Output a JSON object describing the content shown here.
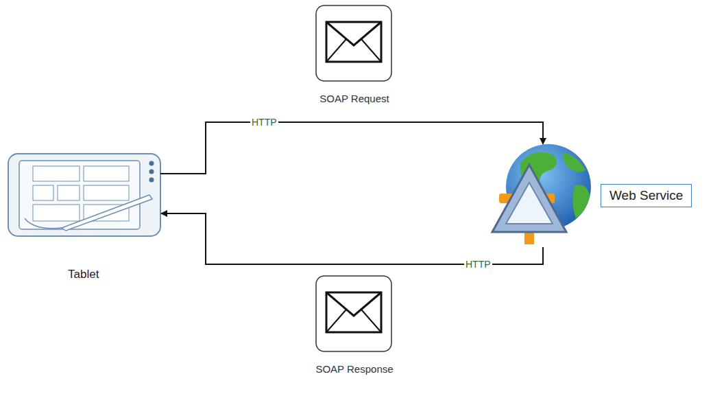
{
  "diagram": {
    "nodes": [
      {
        "text": [
          "Tablet"
        ]
      },
      {
        "text": [
          "Web Service"
        ]
      }
    ],
    "edges": [
      {
        "from": 0,
        "to": 1,
        "label": "HTTP",
        "arrow": "to"
      },
      {
        "from": 1,
        "to": 0,
        "label": "HTTP",
        "arrow": "to"
      }
    ],
    "labels": [
      "SOAP Request",
      "SOAP Response"
    ]
  }
}
